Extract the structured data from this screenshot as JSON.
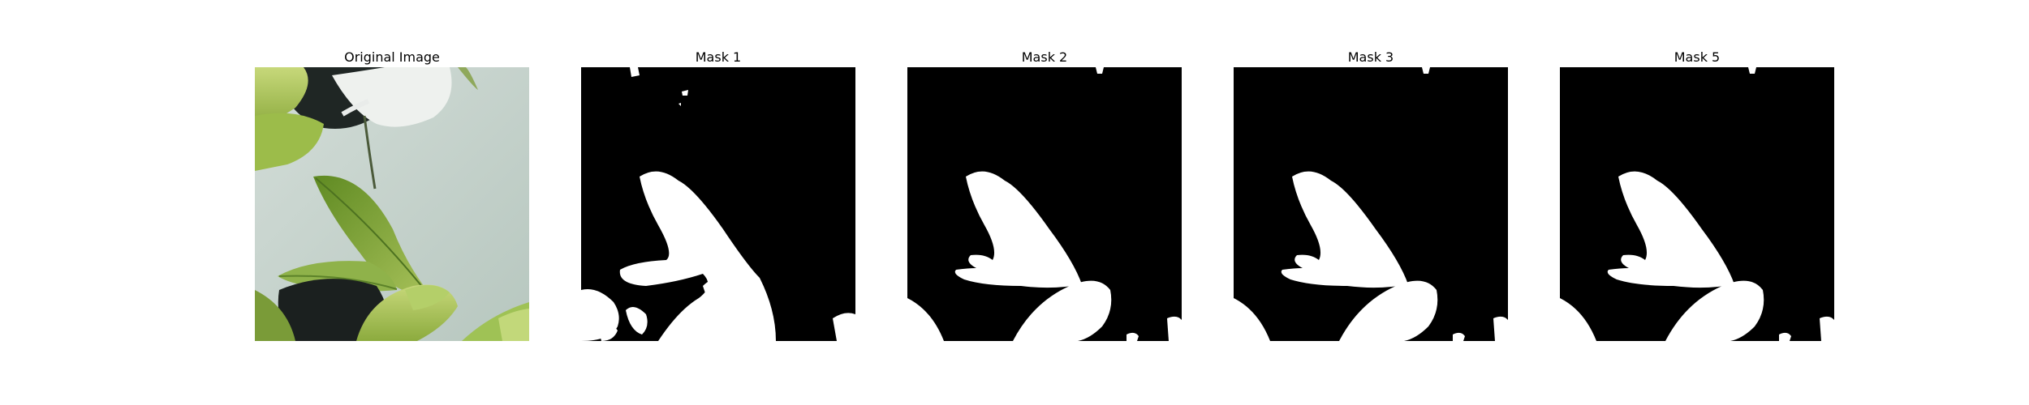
{
  "panels": [
    {
      "title": "Original Image",
      "kind": "photo"
    },
    {
      "title": "Mask 1",
      "kind": "mask"
    },
    {
      "title": "Mask 2",
      "kind": "mask"
    },
    {
      "title": "Mask 3",
      "kind": "mask"
    },
    {
      "title": "Mask 5",
      "kind": "mask"
    }
  ],
  "colors": {
    "mask_background": "#000000",
    "mask_foreground": "#ffffff",
    "wall": "#c9d6d0",
    "leaf": "#7fa23a",
    "leaf_light": "#a9c75a",
    "pot": "#1e2422"
  }
}
